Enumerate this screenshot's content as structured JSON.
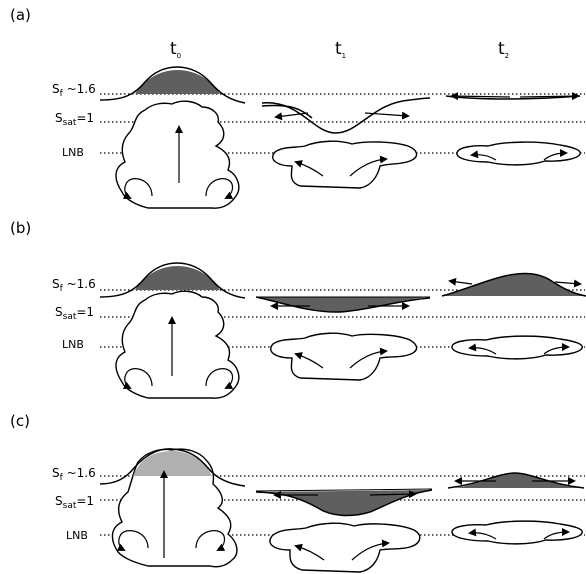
{
  "panels": [
    {
      "label": "(a)",
      "sf": "S",
      "sf_sub": "f",
      "sf_val": " ~1.6",
      "ssat": "S",
      "ssat_sub": "sat",
      "ssat_val": "=1",
      "lnb": "LNB"
    },
    {
      "label": "(b)",
      "sf": "S",
      "sf_sub": "f",
      "sf_val": " ~1.6",
      "ssat": "S",
      "ssat_sub": "sat",
      "ssat_val": "=1",
      "lnb": "LNB"
    },
    {
      "label": "(c)",
      "sf": "S",
      "sf_sub": "f",
      "sf_val": " ~1.6",
      "ssat": "S",
      "ssat_sub": "sat",
      "ssat_val": "=1",
      "lnb": "LNB"
    }
  ],
  "time_labels": [
    {
      "base": "t",
      "sub": "0"
    },
    {
      "base": "t",
      "sub": "1"
    },
    {
      "base": "t",
      "sub": "2"
    }
  ],
  "colors": {
    "layer_dark": "#5f5f5f",
    "layer_light": "#b0b0b0",
    "line": "#000000"
  }
}
